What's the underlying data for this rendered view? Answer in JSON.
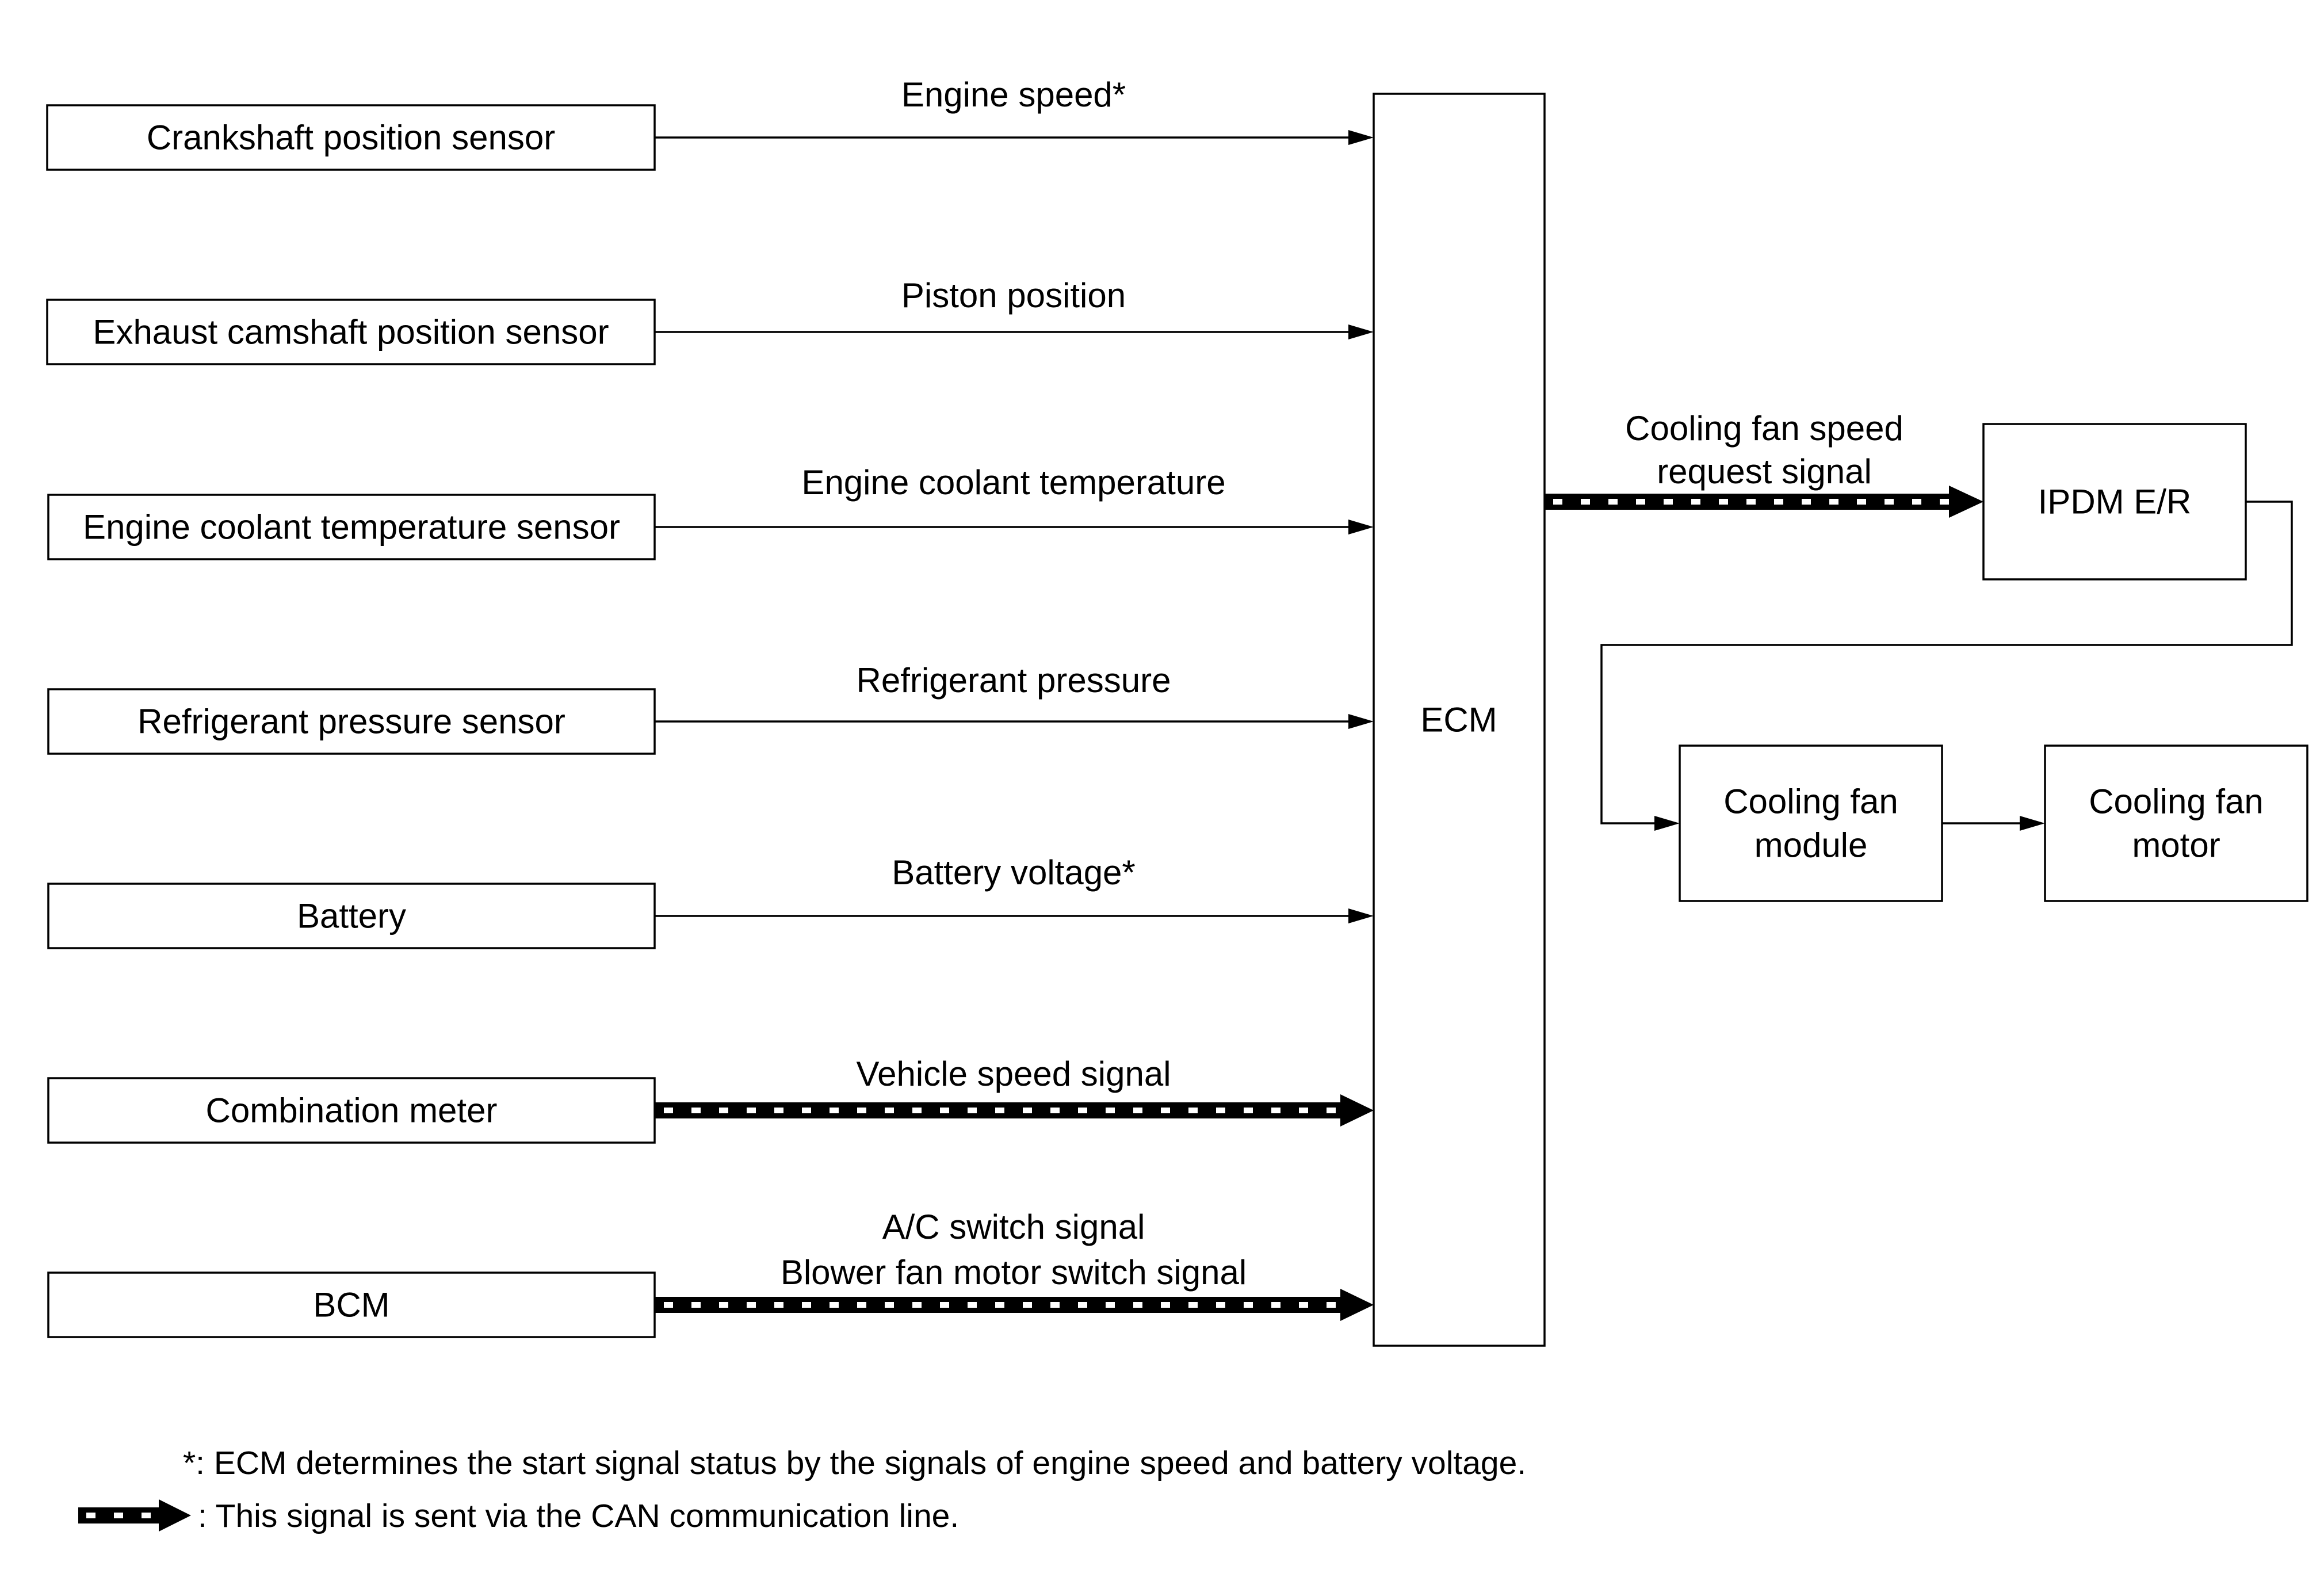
{
  "inputs": [
    {
      "label": "Crankshaft position sensor",
      "signal": [
        "Engine speed*"
      ],
      "can": false
    },
    {
      "label": "Exhaust camshaft position sensor",
      "signal": [
        "Piston position"
      ],
      "can": false
    },
    {
      "label": "Engine coolant temperature sensor",
      "signal": [
        "Engine coolant temperature"
      ],
      "can": false
    },
    {
      "label": "Refrigerant pressure sensor",
      "signal": [
        "Refrigerant pressure"
      ],
      "can": false
    },
    {
      "label": "Battery",
      "signal": [
        "Battery voltage*"
      ],
      "can": false
    },
    {
      "label": "Combination meter",
      "signal": [
        "Vehicle speed signal"
      ],
      "can": true
    },
    {
      "label": "BCM",
      "signal": [
        "A/C switch signal",
        "Blower fan motor switch signal"
      ],
      "can": true
    }
  ],
  "ecm": {
    "label": "ECM"
  },
  "output_signal": {
    "lines": [
      "Cooling fan speed",
      "request signal"
    ],
    "can": true
  },
  "ipdm": {
    "label": "IPDM E/R"
  },
  "fan_module": {
    "lines": [
      "Cooling fan",
      "module"
    ]
  },
  "fan_motor": {
    "lines": [
      "Cooling fan",
      "motor"
    ]
  },
  "notes": {
    "asterisk": "*: ECM determines the start signal status by the signals of engine speed and battery voltage.",
    "can_legend": ": This signal is sent via the CAN communication line."
  }
}
